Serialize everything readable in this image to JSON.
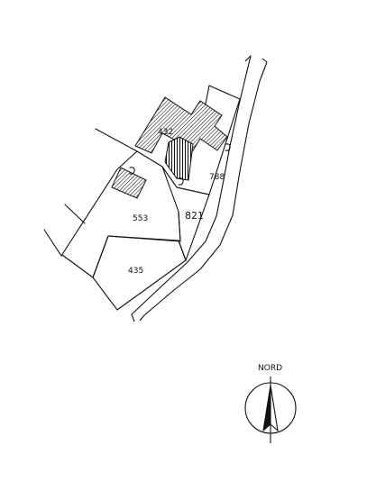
{
  "map": {
    "lots": [
      {
        "id": "432",
        "label": "432"
      },
      {
        "id": "788",
        "label": "788"
      },
      {
        "id": "553",
        "label": "553"
      },
      {
        "id": "821",
        "label": "821"
      },
      {
        "id": "435",
        "label": "435"
      }
    ],
    "north_label": "NORD",
    "line_color": "#111111",
    "background_color": "#ffffff",
    "building_style": "diagonal-hatch",
    "annex_style": "vertical-hatch"
  }
}
